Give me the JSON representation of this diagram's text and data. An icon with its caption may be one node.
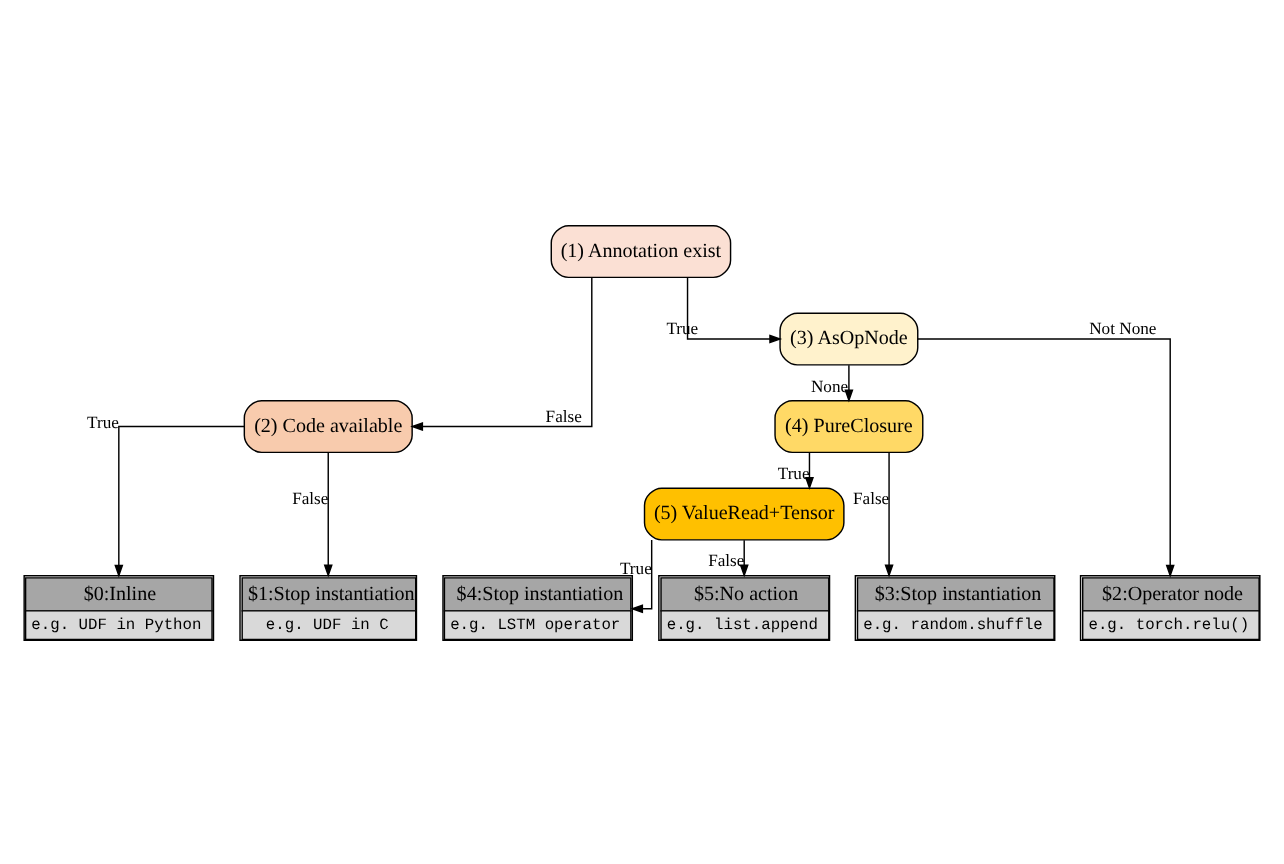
{
  "diagram": {
    "nodes": [
      {
        "text": [
          "(1) Annotation exist"
        ]
      },
      {
        "text": [
          "(2) Code available"
        ]
      },
      {
        "text": [
          "(3) AsOpNode"
        ]
      },
      {
        "text": [
          "(4) PureClosure"
        ]
      },
      {
        "text": [
          "(5) ValueRead+Tensor"
        ]
      },
      {
        "text": [
          "$0:Inline",
          "e.g. UDF in Python"
        ]
      },
      {
        "text": [
          "$1:Stop instantiation",
          "e.g. UDF in C"
        ]
      },
      {
        "text": [
          "$2:Operator node",
          "e.g. torch.relu()"
        ]
      },
      {
        "text": [
          "$3:Stop instantiation",
          "e.g. random.shuffle"
        ]
      },
      {
        "text": [
          "$4:Stop instantiation",
          "e.g. LSTM operator"
        ]
      },
      {
        "text": [
          "$5:No action",
          "e.g. list.append"
        ]
      }
    ],
    "edges": [
      {
        "from": 0,
        "to": 1,
        "arrow": "to",
        "label": "False"
      },
      {
        "from": 0,
        "to": 2,
        "arrow": "to",
        "label": "True"
      },
      {
        "from": 1,
        "to": 5,
        "arrow": "to",
        "label": "True"
      },
      {
        "from": 1,
        "to": 6,
        "arrow": "to",
        "label": "False"
      },
      {
        "from": 2,
        "to": 7,
        "arrow": "to",
        "label": "Not None"
      },
      {
        "from": 2,
        "to": 3,
        "arrow": "to",
        "label": "None"
      },
      {
        "from": 3,
        "to": 8,
        "arrow": "to",
        "label": "False"
      },
      {
        "from": 3,
        "to": 4,
        "arrow": "to",
        "label": "True"
      },
      {
        "from": 4,
        "to": 9,
        "arrow": "to",
        "label": "True"
      },
      {
        "from": 4,
        "to": 10,
        "arrow": "to",
        "label": "False"
      }
    ]
  }
}
